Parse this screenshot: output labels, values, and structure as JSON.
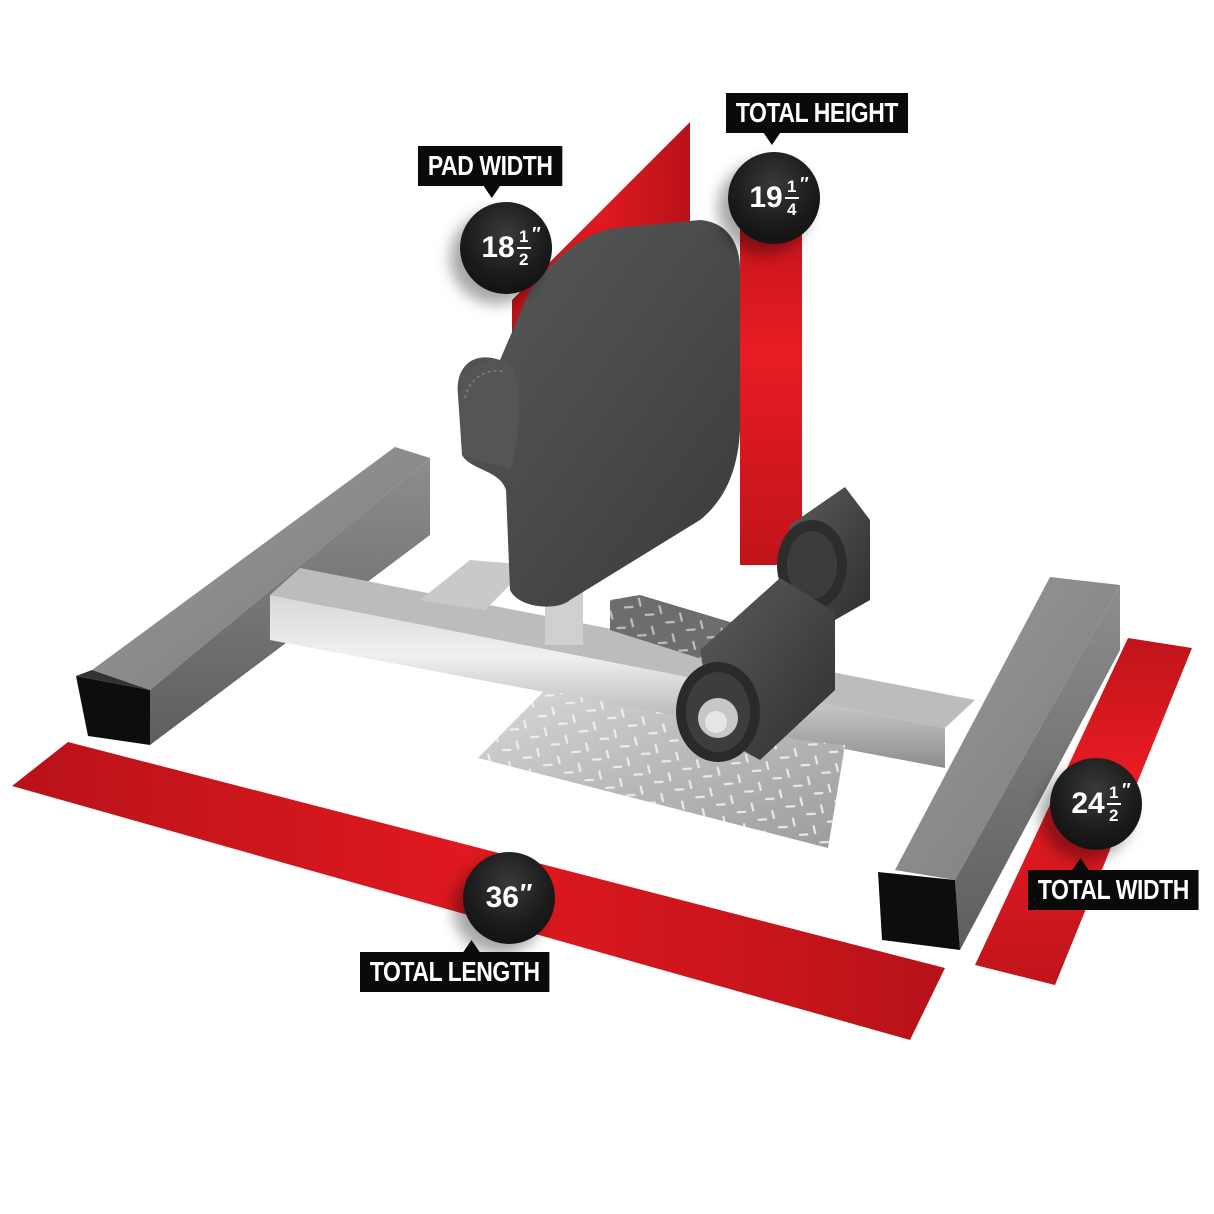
{
  "figure": {
    "subject": "Sissy squat / ab bench dimension diagram",
    "colors": {
      "background": "#ffffff",
      "band_red": "#d7161e",
      "band_red_dark": "#b5121a",
      "label_bg": "#0a0a0a",
      "label_text": "#ffffff",
      "steel": "#a9a9a9",
      "pad": "#4a4a4a",
      "end_cap": "#0d0d0d"
    }
  },
  "dimensions": {
    "pad_width": {
      "label": "PAD WIDTH",
      "whole": "18",
      "numerator": "1",
      "denominator": "2",
      "unit": "″",
      "value_text": "18 1/2\""
    },
    "total_height": {
      "label": "TOTAL HEIGHT",
      "whole": "19",
      "numerator": "1",
      "denominator": "4",
      "unit": "″",
      "value_text": "19 1/4\""
    },
    "total_width": {
      "label": "TOTAL WIDTH",
      "whole": "24",
      "numerator": "1",
      "denominator": "2",
      "unit": "″",
      "value_text": "24 1/2\""
    },
    "total_length": {
      "label": "TOTAL LENGTH",
      "whole": "36",
      "unit": "″",
      "value_text": "36\""
    }
  },
  "equipment_parts": {
    "back_pad": "back-pad",
    "foot_rollers": "foot-rollers",
    "diamond_plate": "diamond-plate-footrest",
    "base_frame": "steel-base-frame"
  }
}
